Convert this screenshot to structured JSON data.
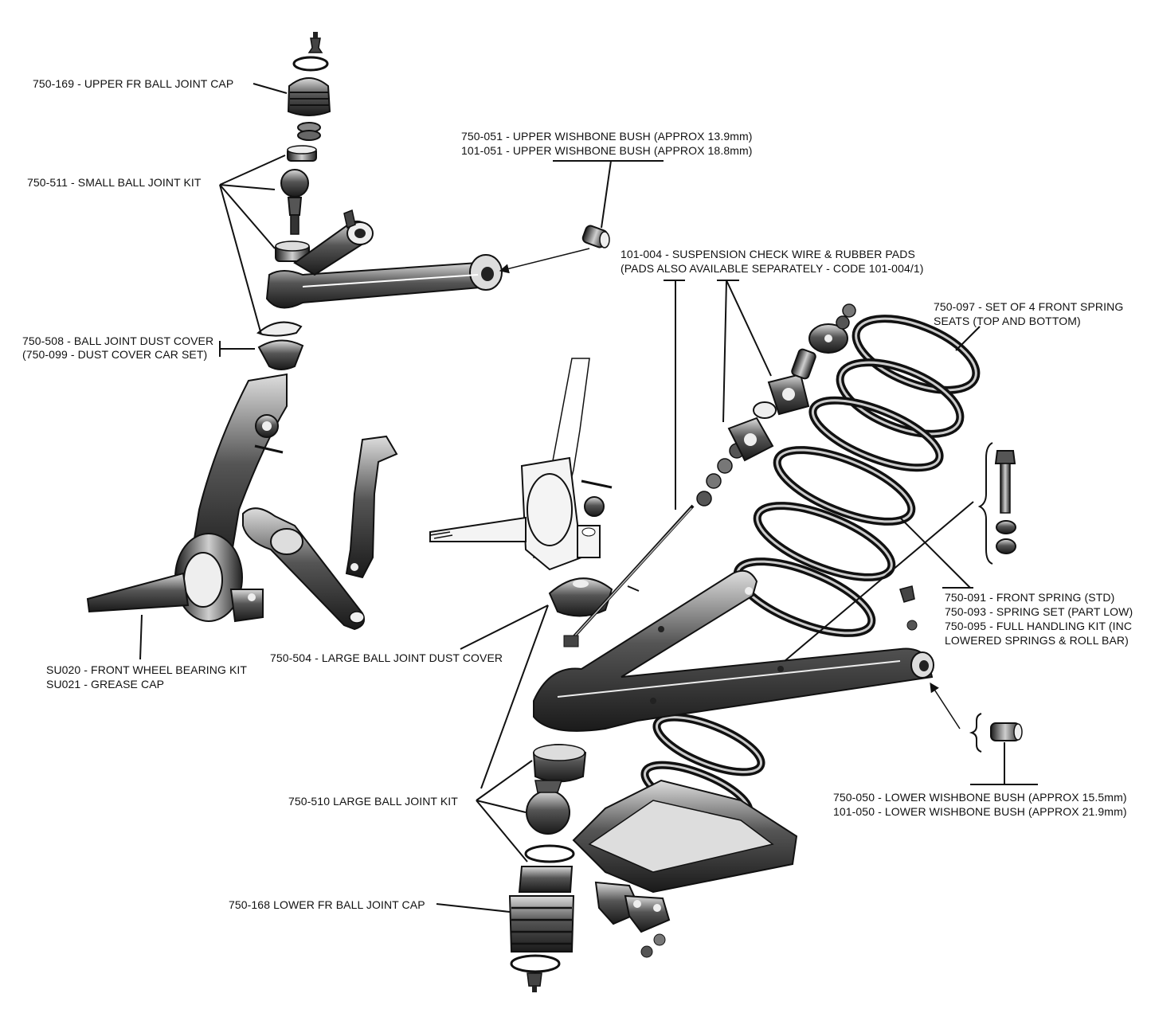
{
  "labels": {
    "upper_fr_ball_joint_cap": "750-169 - UPPER FR BALL JOINT CAP",
    "small_ball_joint_kit": "750-511 - SMALL BALL JOINT KIT",
    "upper_wishbone_bush_1": "750-051 - UPPER WISHBONE BUSH (APPROX 13.9mm)",
    "upper_wishbone_bush_2": "101-051 - UPPER WISHBONE BUSH (APPROX 18.8mm)",
    "check_wire_1": "101-004 - SUSPENSION CHECK WIRE & RUBBER PADS",
    "check_wire_2": "(PADS ALSO AVAILABLE SEPARATELY - CODE 101-004/1)",
    "spring_seats_1": "750-097 - SET OF 4 FRONT SPRING",
    "spring_seats_2": "SEATS (TOP AND BOTTOM)",
    "dust_cover_1": "750-508 - BALL JOINT DUST COVER",
    "dust_cover_2": "(750-099 - DUST COVER CAR SET)",
    "front_spring_1": "750-091 - FRONT SPRING (STD)",
    "front_spring_2": "750-093 - SPRING SET (PART LOW)",
    "front_spring_3": "750-095 - FULL HANDLING KIT (INC",
    "front_spring_4": "LOWERED SPRINGS & ROLL BAR)",
    "wheel_bearing_1": "SU020 - FRONT WHEEL BEARING KIT",
    "wheel_bearing_2": "SU021 - GREASE CAP",
    "large_dust_cover": "750-504 - LARGE BALL JOINT DUST COVER",
    "large_ball_joint_kit": "750-510 LARGE BALL JOINT KIT",
    "lower_wishbone_bush_1": "750-050 - LOWER WISHBONE BUSH (APPROX 15.5mm)",
    "lower_wishbone_bush_2": "101-050 - LOWER WISHBONE BUSH (APPROX 21.9mm)",
    "lower_fr_ball_joint_cap": "750-168 LOWER FR BALL JOINT CAP"
  },
  "colors": {
    "ink": "#111111",
    "paper": "#ffffff"
  }
}
